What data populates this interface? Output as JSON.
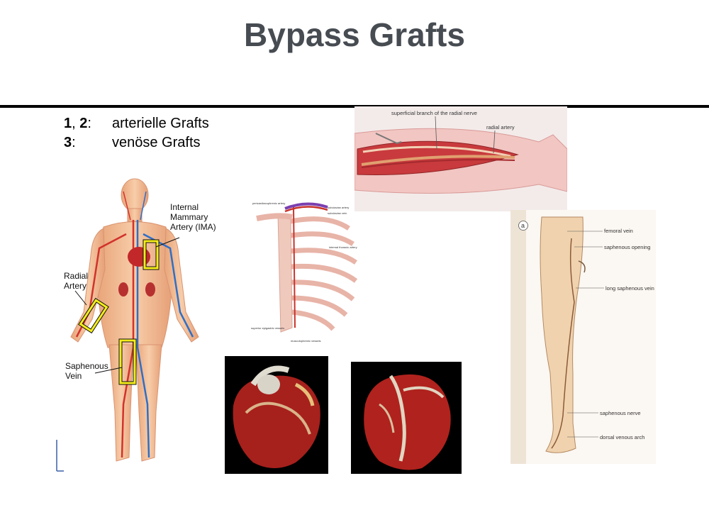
{
  "slide": {
    "title": "Bypass Grafts",
    "legend": [
      {
        "key_a": "1",
        "key_sep": ", ",
        "key_b": "2",
        "key_end": ":",
        "text": "arterielle Grafts"
      },
      {
        "key_a": "3",
        "key_end": ":",
        "text": "venöse Grafts"
      }
    ]
  },
  "body_figure": {
    "labels": {
      "ima_line1": "Internal",
      "ima_line2": "Mammary",
      "ima_line3": "Artery (IMA)",
      "radial_line1": "Radial",
      "radial_line2": "Artery",
      "saphenous_line1": "Saphenous",
      "saphenous_line2": "Vein"
    },
    "highlight_color": "#f3ec1a"
  },
  "arm_figure": {
    "labels": {
      "nerve": "superficial branch of the radial nerve",
      "artery": "radial artery"
    }
  },
  "leg_figure": {
    "panel_letter": "a",
    "labels": {
      "femoral": "femoral vein",
      "opening": "saphenous opening",
      "long": "long saphenous vein",
      "nerve": "saphenous nerve",
      "arch": "dorsal venous arch"
    }
  },
  "ribcage_figure": {
    "labels": {
      "l1": "pericardiacophrenic artery",
      "r1": "subclavian artery",
      "r2": "subclavian vein",
      "r3": "internal thoracic artery",
      "b1": "superior epigastric vessels",
      "b2": "musculophrenic vessels"
    }
  }
}
